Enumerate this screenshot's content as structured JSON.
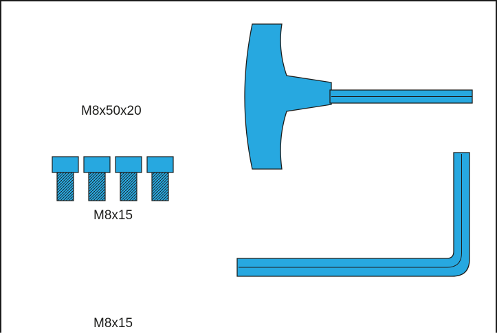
{
  "labels": {
    "top": "M8x50x20",
    "middle": "M8x15",
    "bottom": "M8x15"
  },
  "colors": {
    "part_fill": "#27a8e0",
    "outline": "#1d1d1b",
    "frame": "#1b1b1b",
    "background": "#ffffff"
  },
  "parts": {
    "screws": [
      "screw",
      "screw",
      "screw",
      "screw"
    ],
    "tools": [
      "t-handle-hex-key",
      "l-hex-key"
    ]
  }
}
